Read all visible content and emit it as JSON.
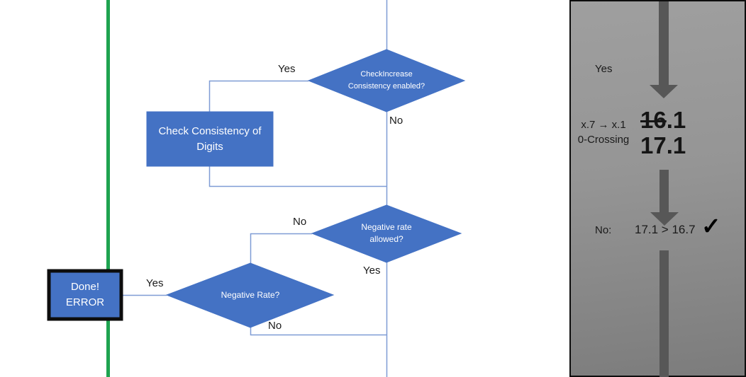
{
  "colors": {
    "shape_blue": "#4472C4",
    "connector_blue": "#7F9CD5",
    "green_line": "#1EA350",
    "done_border": "#0D0D0D",
    "arrow_gray": "#575757",
    "panel_gray_top": "#9F9F9F",
    "panel_gray_bottom": "#7C7C7C"
  },
  "flowchart": {
    "diamond_check_increase": {
      "label": "CheckIncrease Consistency enabled?",
      "yes_label": "Yes",
      "no_label": "No"
    },
    "process_check_consistency": {
      "label": "Check Consistency of Digits"
    },
    "diamond_negative_rate_allowed": {
      "label": "Negative rate allowed?",
      "no_label": "No",
      "yes_label": "Yes"
    },
    "diamond_negative_rate": {
      "label": "Negative Rate?",
      "yes_label": "Yes",
      "no_label": "No"
    },
    "terminal_done_error": {
      "line1": "Done!",
      "line2": "ERROR"
    }
  },
  "side_panel": {
    "yes_label": "Yes",
    "rule_line1": "x.7 → x.1",
    "rule_line2": "0-Crossing",
    "old_value_struck": "16",
    "old_value_rest": ".1",
    "new_value": "17.1",
    "no_label": "No:",
    "comparison": "17.1 > 16.7",
    "check_mark": "✓"
  }
}
